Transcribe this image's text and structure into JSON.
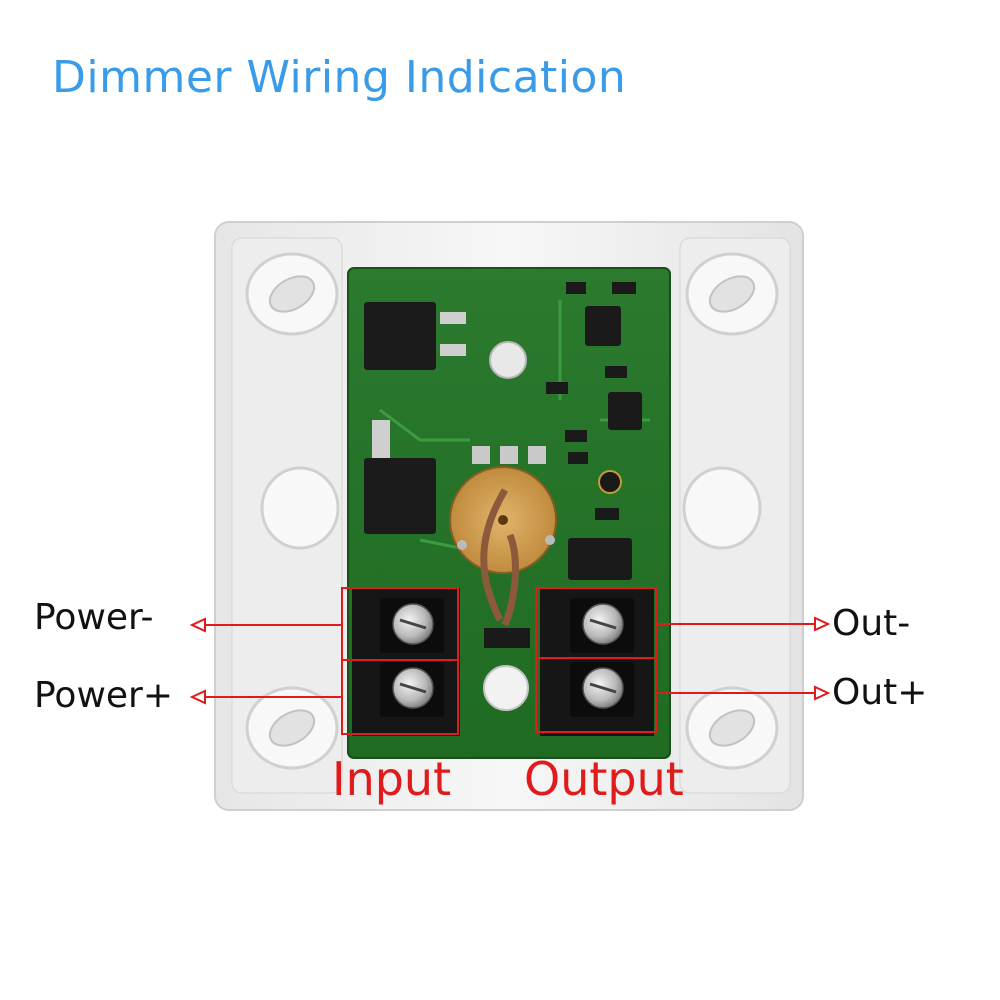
{
  "title": "Dimmer Wiring Indication",
  "labels": {
    "power_minus": "Power-",
    "power_plus": "Power+",
    "out_minus": "Out-",
    "out_plus": "Out+",
    "input": "Input",
    "output": "Output"
  },
  "colors": {
    "title": "#3a9be8",
    "accent": "#e01b1b",
    "pcb": "#2e7d32",
    "plate": "#f2f2f2"
  }
}
